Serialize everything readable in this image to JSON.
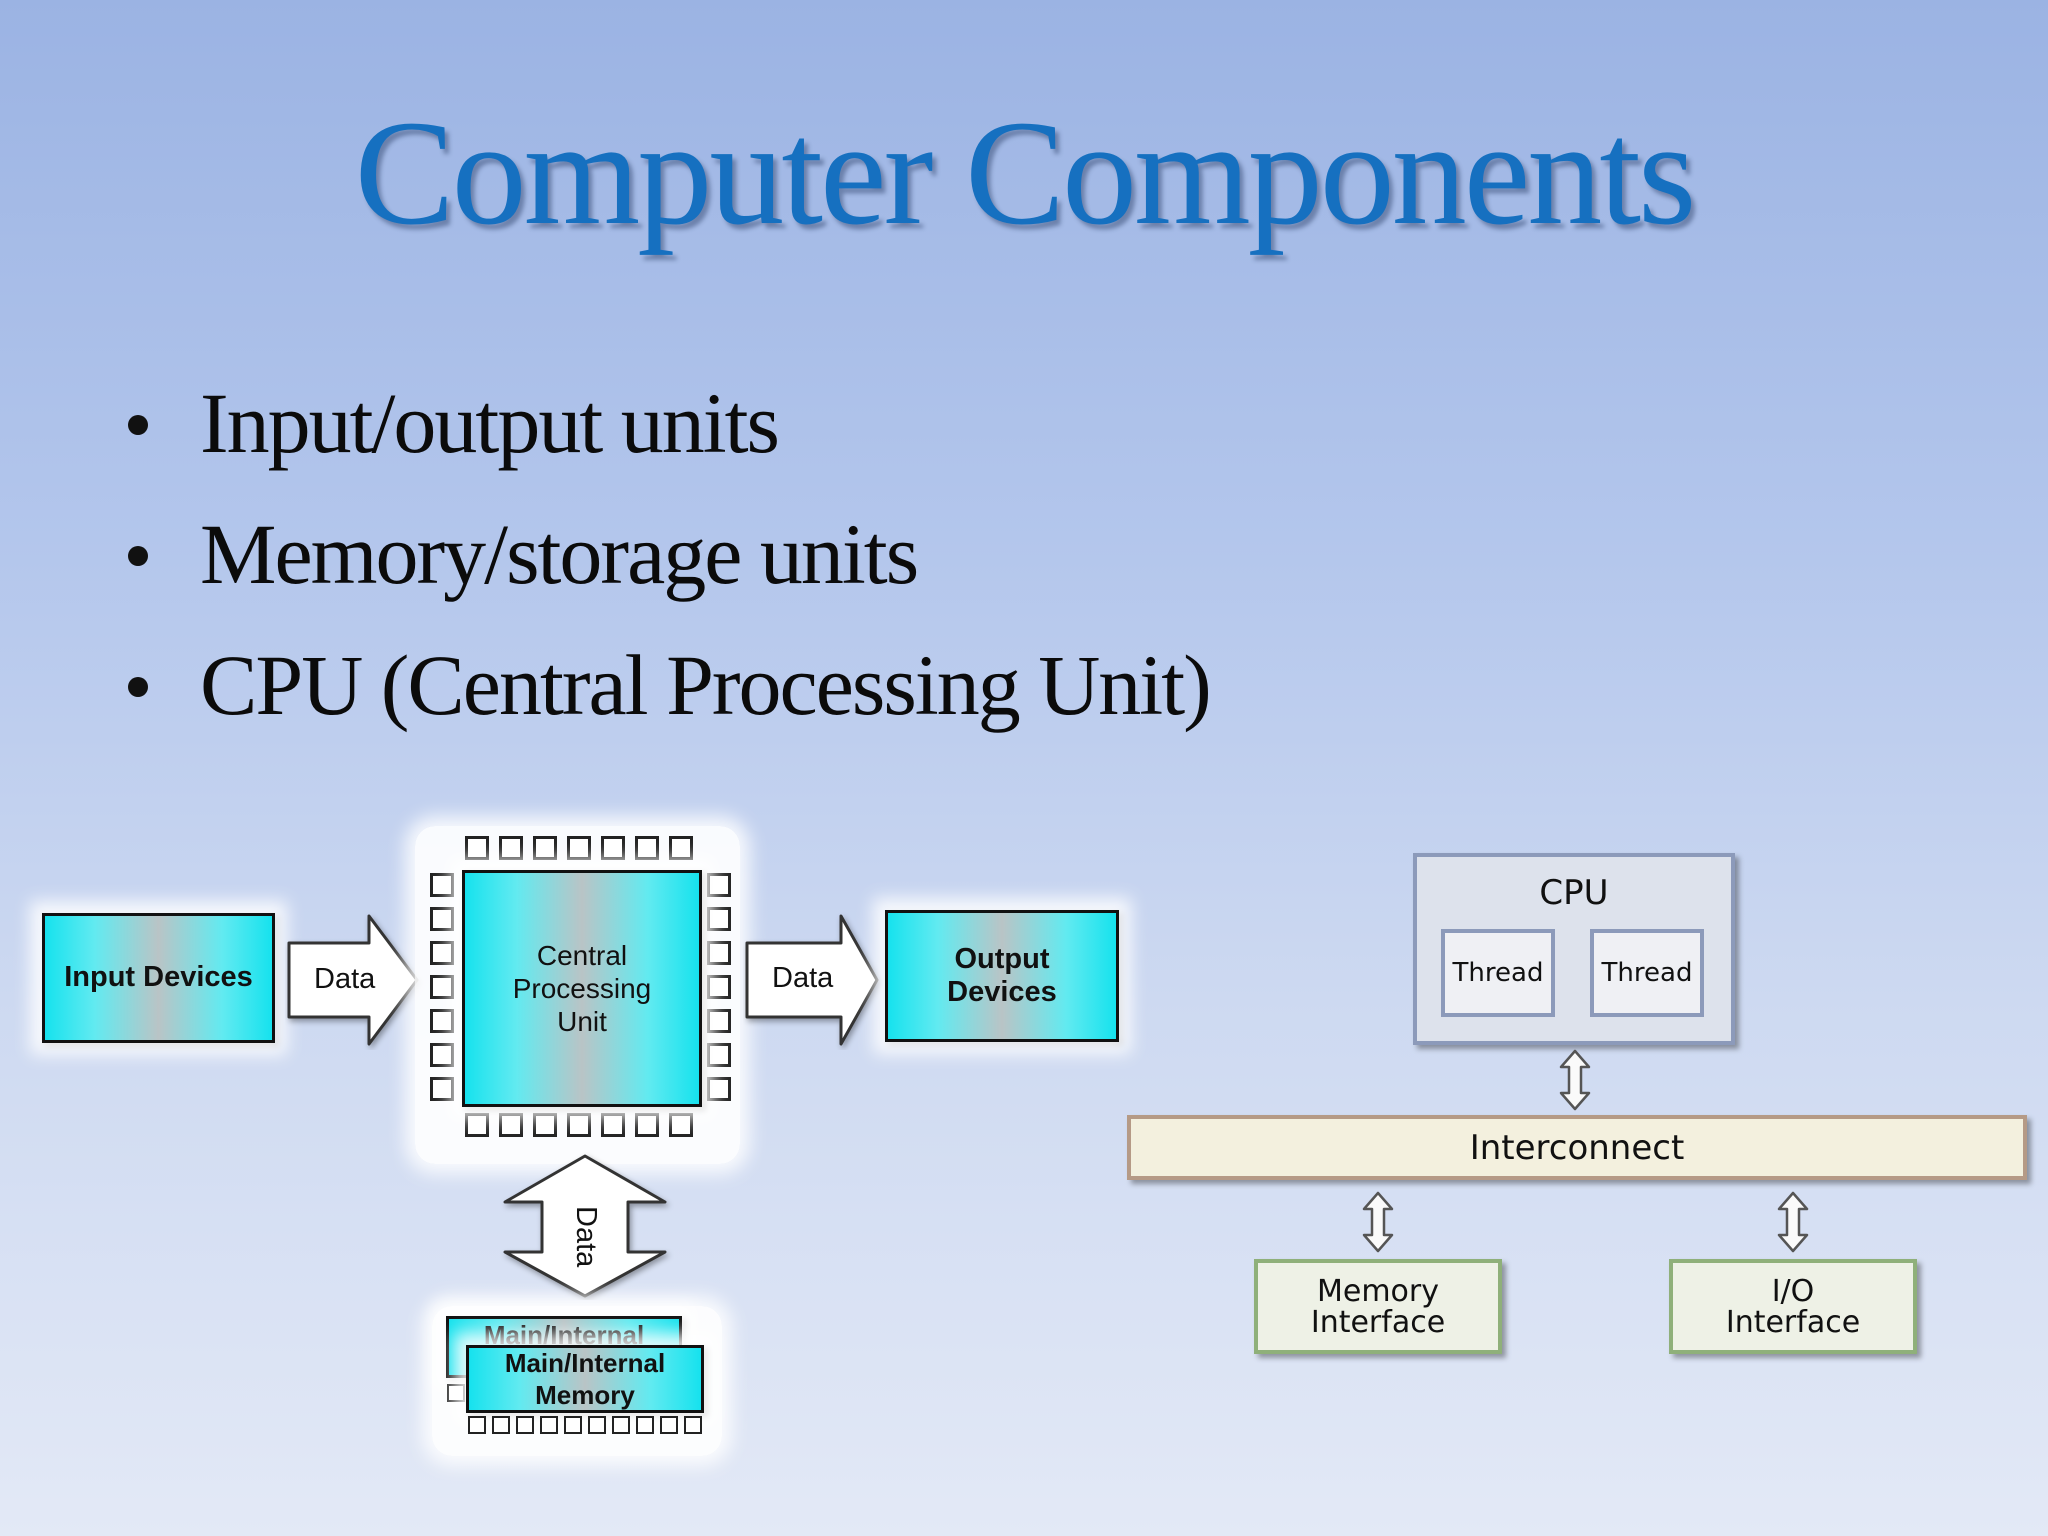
{
  "title": "Computer Components",
  "bullets": [
    "Input/output units",
    "Memory/storage units",
    "CPU (Central Processing Unit)"
  ],
  "left_diagram": {
    "input_devices": "Input Devices",
    "data_in": "Data",
    "cpu": [
      "Central",
      "Processing",
      "Unit"
    ],
    "data_out": "Data",
    "output_devices": [
      "Output",
      "Devices"
    ],
    "data_down": "Data",
    "memory_back": "Main/Internal",
    "memory_front": [
      "Main/Internal",
      "Memory"
    ]
  },
  "right_diagram": {
    "cpu": "CPU",
    "thread_1": "Thread",
    "thread_2": "Thread",
    "interconnect": "Interconnect",
    "memory_interface": [
      "Memory",
      "Interface"
    ],
    "io_interface": [
      "I/O",
      "Interface"
    ]
  }
}
